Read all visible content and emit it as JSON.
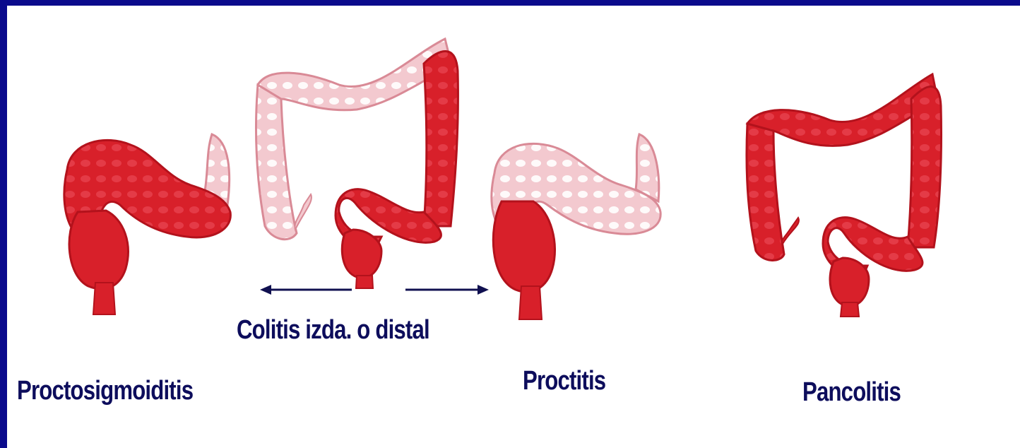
{
  "labels": {
    "proctosigmoiditis": "Proctosigmoiditis",
    "distal": "Colitis izda. o distal",
    "proctitis": "Proctitis",
    "pancolitis": "Pancolitis"
  },
  "colors": {
    "frame": "#0a0a8c",
    "text": "#0d0d5c",
    "inflamed": "#d8202a",
    "inflamed_dark": "#b3121c",
    "healthy": "#f3c9cf",
    "healthy_dark": "#d98a96",
    "arrow": "#101050"
  },
  "icons": {
    "left_arrow": "arrow-left-icon",
    "right_arrow": "arrow-right-icon"
  }
}
